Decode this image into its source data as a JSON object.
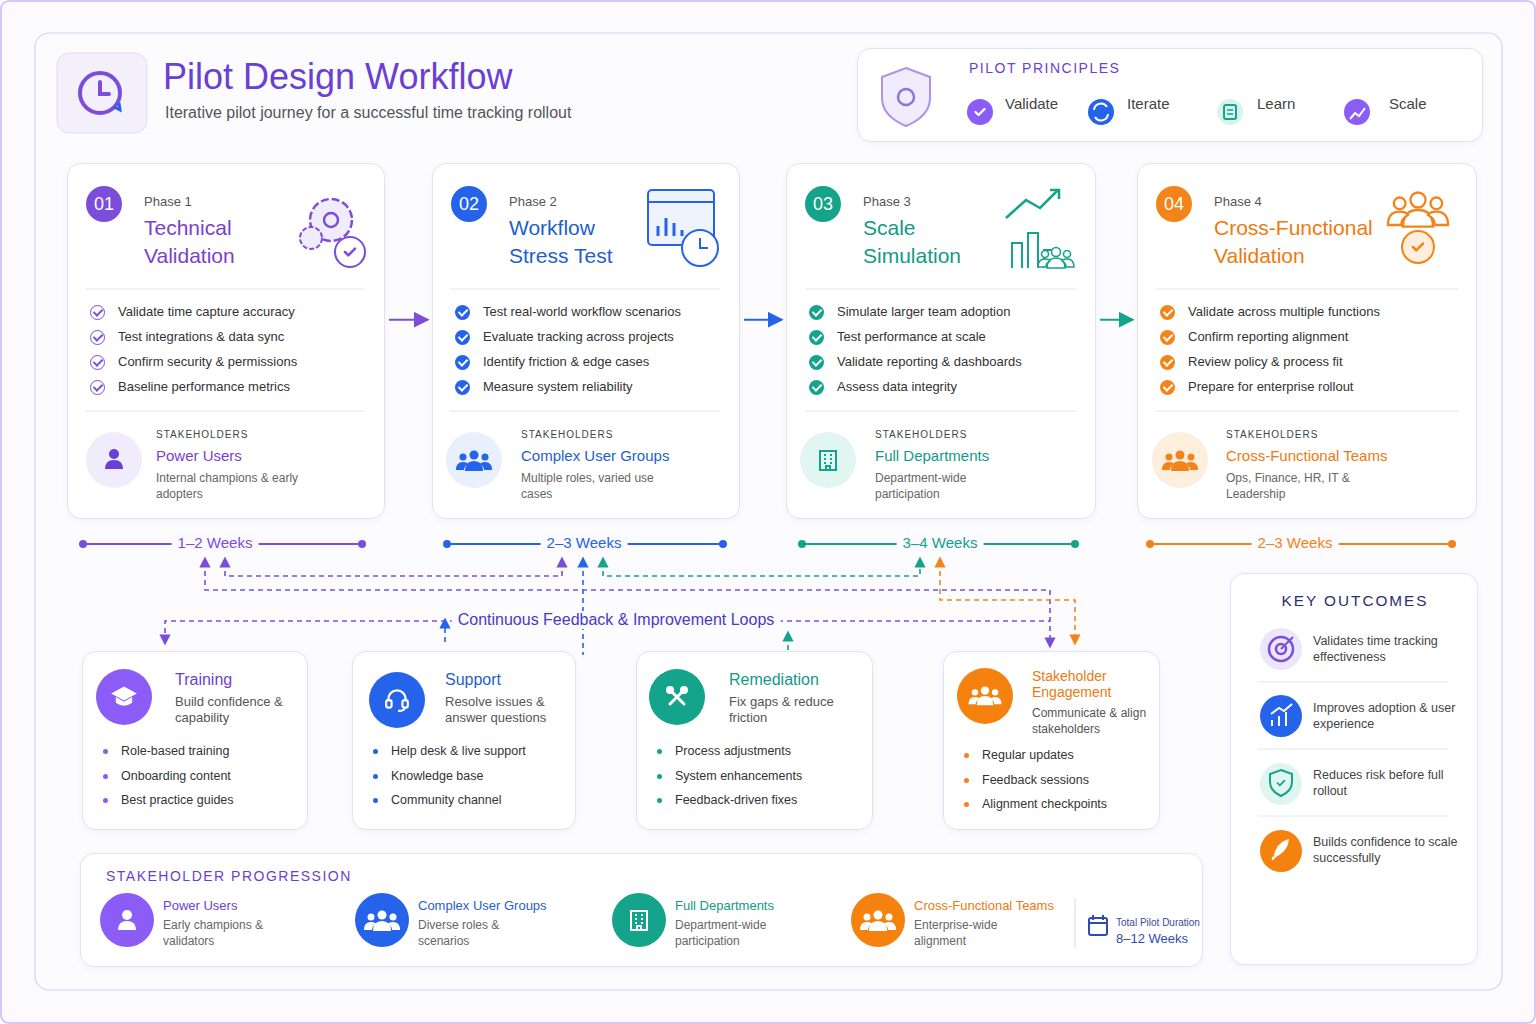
{
  "diagram": {
    "title": "Pilot Design Workflow",
    "nodes": [
      {
        "text": [
          "PILOT PRINCIPLES",
          "Validate",
          "Iterate",
          "Learn",
          "Scale"
        ]
      },
      {
        "text": [
          "01",
          "Phase 1",
          "Technical Validation",
          "Validate time capture accuracy",
          "Test integrations & data sync",
          "Confirm security & permissions",
          "Baseline performance metrics",
          "STAKEHOLDERS",
          "Power Users",
          "Internal champions & early adopters"
        ]
      },
      {
        "text": [
          "02",
          "Phase 2",
          "Workflow Stress Test",
          "Test real-world workflow scenarios",
          "Evaluate tracking across projects",
          "Identify friction & edge cases",
          "Measure system reliability",
          "STAKEHOLDERS",
          "Complex User Groups",
          "Multiple roles, varied use cases"
        ]
      },
      {
        "text": [
          "03",
          "Phase 3",
          "Scale Simulation",
          "Simulate larger team adoption",
          "Test performance at scale",
          "Validate reporting & dashboards",
          "Assess data integrity",
          "STAKEHOLDERS",
          "Full Departments",
          "Department-wide participation"
        ]
      },
      {
        "text": [
          "04",
          "Phase 4",
          "Cross-Functional Validation",
          "Validate across multiple functions",
          "Confirm reporting alignment",
          "Review policy & process fit",
          "Prepare for enterprise rollout",
          "STAKEHOLDERS",
          "Cross-Functional Teams",
          "Ops, Finance, HR, IT & Leadership"
        ]
      },
      {
        "text": [
          "Training",
          "Build confidence & capability",
          "Role-based training",
          "Onboarding content",
          "Best practice guides"
        ]
      },
      {
        "text": [
          "Support",
          "Resolve issues & answer questions",
          "Help desk & live support",
          "Knowledge base",
          "Community channel"
        ]
      },
      {
        "text": [
          "Remediation",
          "Fix gaps & reduce friction",
          "Process adjustments",
          "System enhancements",
          "Feedback-driven fixes"
        ]
      },
      {
        "text": [
          "Stakeholder Engagement",
          "Communicate & align stakeholders",
          "Regular updates",
          "Feedback sessions",
          "Alignment checkpoints"
        ]
      },
      {
        "text": [
          "KEY OUTCOMES",
          "Validates time tracking effectiveness",
          "Improves adoption & user experience",
          "Reduces risk before full rollout",
          "Builds confidence to scale successfully"
        ]
      },
      {
        "text": [
          "STAKEHOLDER PROGRESSION",
          "Total Pilot Duration",
          "8–12 Weeks"
        ]
      },
      {
        "text": [
          "Power Users",
          "Early champions & validators"
        ],
        "in": 10
      },
      {
        "text": [
          "Complex User Groups",
          "Diverse roles & scenarios"
        ],
        "in": 10
      },
      {
        "text": [
          "Full Departments",
          "Department-wide participation"
        ],
        "in": 10
      },
      {
        "text": [
          "Cross-Functional Teams",
          "Enterprise-wide alignment"
        ],
        "in": 10
      }
    ],
    "edges": [
      {
        "from": 1,
        "to": 2,
        "arrow": "to"
      },
      {
        "from": 2,
        "to": 3,
        "arrow": "to"
      },
      {
        "from": 3,
        "to": 4,
        "arrow": "to"
      },
      {
        "from": 11,
        "to": 12,
        "arrow": "to"
      },
      {
        "from": 12,
        "to": 13,
        "arrow": "to"
      },
      {
        "from": 13,
        "to": 14,
        "arrow": "to"
      }
    ],
    "labels": [
      "Iterative pilot journey for a successful time tracking rollout",
      "1–2 Weeks",
      "2–3 Weeks",
      "3–4 Weeks",
      "2–3 Weeks",
      "Continuous Feedback & Improvement Loops"
    ]
  }
}
